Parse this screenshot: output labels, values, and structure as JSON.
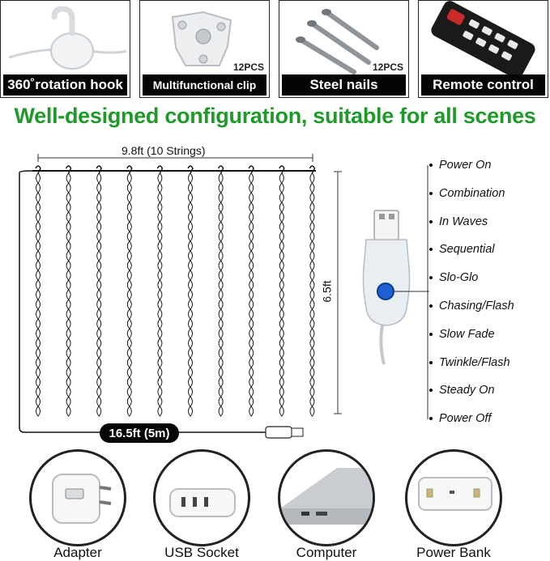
{
  "accessories": [
    {
      "label": "360˚rotation hook"
    },
    {
      "label": "Multifunctional clip",
      "qty": "12PCS"
    },
    {
      "label": "Steel nails",
      "qty": "12PCS"
    },
    {
      "label": "Remote control"
    }
  ],
  "headline": "Well-designed configuration, suitable for all scenes",
  "diagram": {
    "width_label": "9.8ft (10 Strings)",
    "height_label": "6.5ft",
    "cable_label": "16.5ft (5m)"
  },
  "modes": [
    "Power On",
    "Combination",
    "In Waves",
    "Sequential",
    "Slo-Glo",
    "Chasing/Flash",
    "Slow Fade",
    "Twinkle/Flash",
    "Steady On",
    "Power Off"
  ],
  "power_sources": [
    {
      "label": "Adapter",
      "icon": "adapter-icon"
    },
    {
      "label": "USB Socket",
      "icon": "usb-socket-icon"
    },
    {
      "label": "Computer",
      "icon": "computer-icon"
    },
    {
      "label": "Power Bank",
      "icon": "power-bank-icon"
    }
  ],
  "colors": {
    "headline": "#1f9a2a",
    "caption_bg": "#050505",
    "usb_button": "#1e5fd6"
  }
}
